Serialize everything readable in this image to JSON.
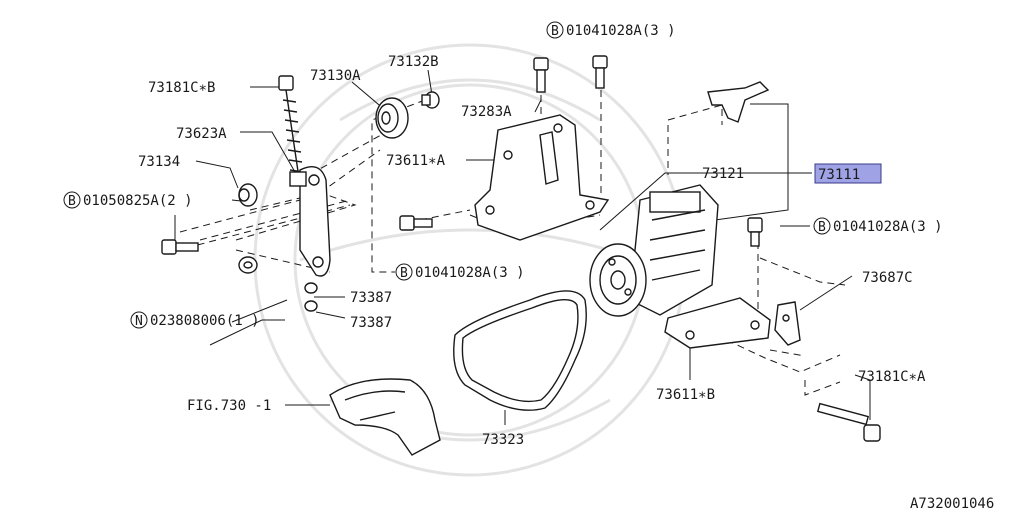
{
  "diagram": {
    "highlight_color": "#9fa3e6",
    "code": "A732001046",
    "labels": {
      "p73181CB": "73181C∗B",
      "p73130A": "73130A",
      "p73132B": "73132B",
      "p73283A": "73283A",
      "p73623A": "73623A",
      "p73134": "73134",
      "p73611A": "73611∗A",
      "p73121": "73121",
      "p73111": "73111",
      "p73687C": "73687C",
      "p73387a": "73387",
      "p73387b": "73387",
      "p73323": "73323",
      "p73611B": "73611∗B",
      "p73181CA": "73181C∗A",
      "fig": "FIG.730 -1"
    },
    "callouts": {
      "b1": {
        "prefix": "B",
        "text": "01041028A(3 )"
      },
      "b2": {
        "prefix": "B",
        "text": "01050825A(2 )"
      },
      "b3": {
        "prefix": "B",
        "text": "01041028A(3 )"
      },
      "b4": {
        "prefix": "B",
        "text": "01041028A(3 )"
      },
      "n1": {
        "prefix": "N",
        "text": "023808006(1 )"
      }
    }
  }
}
